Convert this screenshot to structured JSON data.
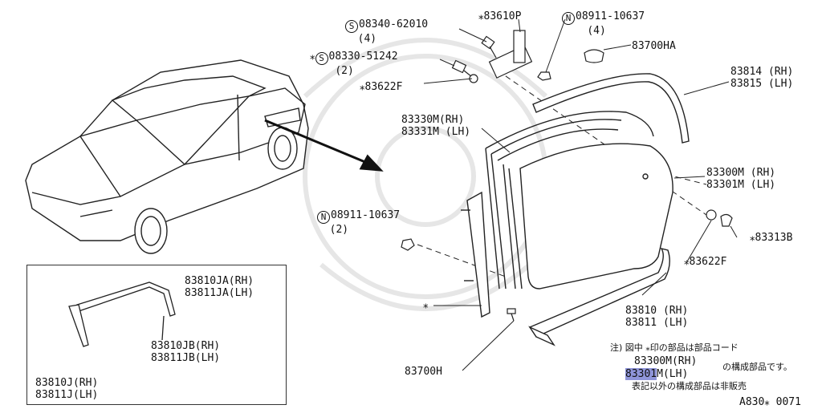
{
  "parts": {
    "screw_08340": {
      "prefix": "S",
      "line1": "08340-62010",
      "qty": "(4)"
    },
    "hinge_83610P": {
      "line1": "⁎83610P"
    },
    "nut_08911_top": {
      "prefix": "N",
      "line1": "08911-10637",
      "qty": "(4)"
    },
    "screw_08330": {
      "star": "⁎",
      "prefix": "S",
      "line1": "08330-51242",
      "qty": "(2)"
    },
    "cap_83700HA": {
      "line1": "83700HA"
    },
    "washer_83622F_top": {
      "line1": "⁎83622F"
    },
    "molding_83814": {
      "line1": "83814 (RH)",
      "line2": "83815 (LH)"
    },
    "seal_83330M": {
      "line1": "83330M(RH)",
      "line2": "83331M (LH)"
    },
    "glass_83300M": {
      "line1": "83300M (RH)",
      "line2": "83301M (LH)"
    },
    "nut_08911_mid": {
      "prefix": "N",
      "line1": "08911-10637",
      "qty": "(2)"
    },
    "clip_83313B": {
      "line1": "⁎83313B"
    },
    "washer_83622F_right": {
      "line1": "⁎83622F"
    },
    "star_only": {
      "line1": "⁎"
    },
    "molding_83810": {
      "line1": "83810 (RH)",
      "line2": "83811 (LH)"
    },
    "clip_83700H": {
      "line1": "83700H"
    }
  },
  "inset": {
    "ja": {
      "line1": "83810JA(RH)",
      "line2": "83811JA(LH)"
    },
    "jb": {
      "line1": "83810JB(RH)",
      "line2": "83811JB(LH)"
    },
    "j": {
      "line1": "83810J(RH)",
      "line2": "83811J(LH)"
    }
  },
  "note": {
    "line1": "注) 図中 ⁎印の部品は部品コード",
    "line2": "83300M(RH)",
    "line3_part": "83301",
    "line3_rest": "M(LH)",
    "line3_suffix": "の構成部品です。",
    "line4": "表記以外の構成部品は非販売"
  },
  "figure_id": "A830⁎ 0071"
}
